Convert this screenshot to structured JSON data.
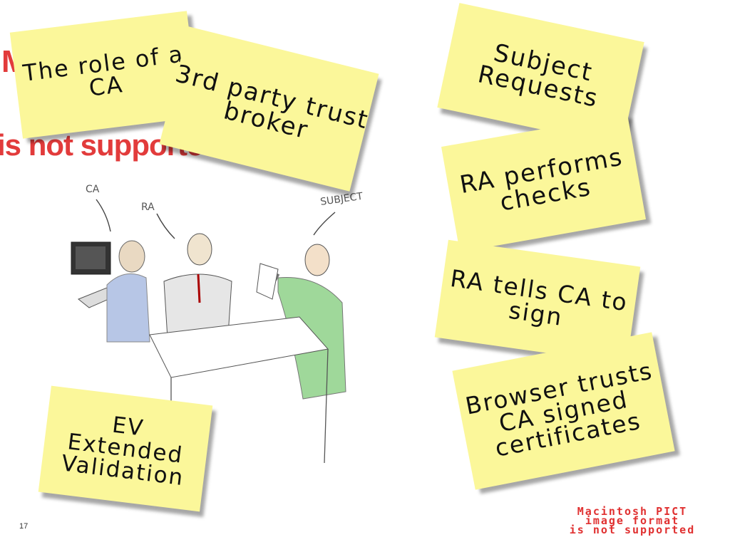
{
  "ghost_text": {
    "line1": "M",
    "line2": "is not supported"
  },
  "notes": {
    "role": [
      "The role of a",
      "CA"
    ],
    "broker": [
      "3rd party trust",
      "broker"
    ],
    "subject": [
      "Subject",
      "Requests"
    ],
    "ra_checks": [
      "RA performs",
      "checks"
    ],
    "ra_tells": [
      "RA tells CA to",
      "sign"
    ],
    "browser": [
      "Browser trusts",
      "CA signed",
      "certificates"
    ],
    "ev": [
      "EV",
      "Extended",
      "Validation"
    ]
  },
  "illustration": {
    "label_ca": "CA",
    "label_ra": "RA",
    "label_subject": "SUBJECT"
  },
  "page_number": "17",
  "pict_stamp": [
    "Macintosh PICT",
    "image format",
    "is not supported"
  ],
  "colors": {
    "note_yellow": "#fbf79a",
    "ghost_red": "#e23b3b"
  }
}
